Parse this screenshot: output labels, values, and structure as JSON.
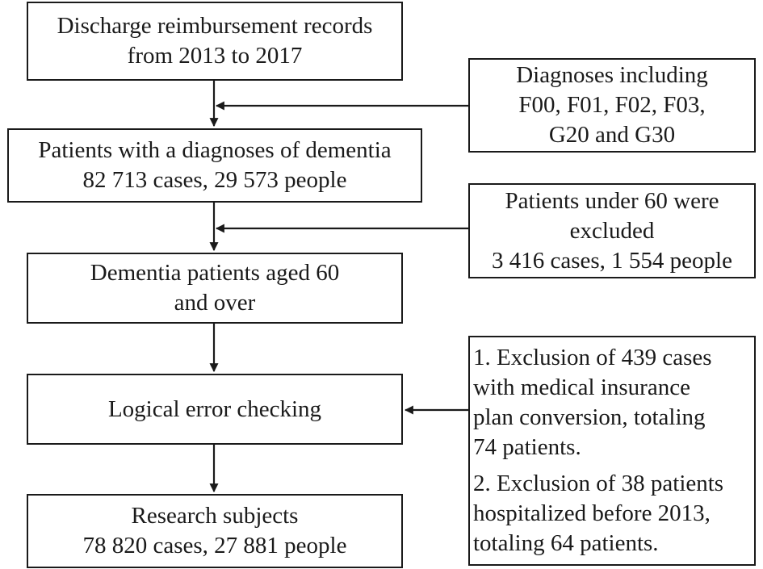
{
  "main_flow": [
    {
      "lines": [
        "Discharge reimbursement records",
        "from 2013 to 2017"
      ]
    },
    {
      "lines": [
        "Patients with a diagnoses of dementia",
        "82 713 cases, 29 573 people"
      ]
    },
    {
      "lines": [
        "Dementia patients aged 60",
        "and over"
      ]
    },
    {
      "lines": [
        "Logical error checking"
      ]
    },
    {
      "lines": [
        "Research subjects",
        "78 820 cases, 27 881 people"
      ]
    }
  ],
  "side_boxes": {
    "diagnoses": [
      "Diagnoses including",
      "F00, F01, F02, F03,",
      "G20 and G30"
    ],
    "under60": [
      "Patients under 60 were",
      "excluded",
      "3 416 cases, 1 554 people"
    ],
    "exclusions": [
      [
        "1. Exclusion of 439 cases",
        "with medical insurance",
        "plan conversion, totaling",
        "74 patients."
      ],
      [
        "2. Exclusion of 38 patients",
        "hospitalized before 2013,",
        "totaling 64 patients."
      ]
    ]
  },
  "colors": {
    "stroke": "#1a1a1a",
    "background": "#ffffff"
  }
}
